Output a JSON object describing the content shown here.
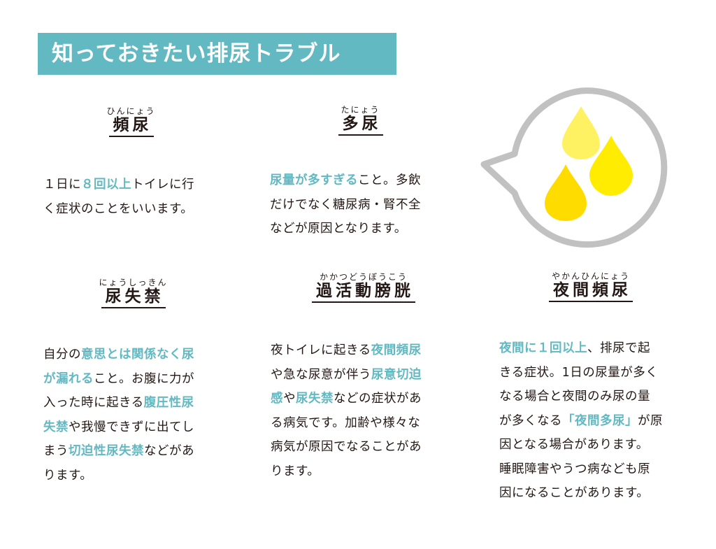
{
  "title": "知っておきたい排尿トラブル",
  "colors": {
    "accent": "#62b9c2",
    "text": "#231815",
    "bubble_outline": "#c0c1c0",
    "drop_light": "#fff262",
    "drop_bright": "#ffec00",
    "drop_deep": "#ffdc00"
  },
  "illustration": {
    "icon": "speech-bubble-with-drops-icon"
  },
  "sections": [
    {
      "ruby": "ひんにょう",
      "term": "頻尿",
      "lines": [
        [
          {
            "t": "１日に",
            "hl": false
          },
          {
            "t": "８回以上",
            "hl": true
          },
          {
            "t": "トイレに行",
            "hl": false
          }
        ],
        [
          {
            "t": "く症状のことをいいます。",
            "hl": false
          }
        ]
      ]
    },
    {
      "ruby": "たにょう",
      "term": "多尿",
      "lines": [
        [
          {
            "t": "尿量が多すぎる",
            "hl": true
          },
          {
            "t": "こと。多飲",
            "hl": false
          }
        ],
        [
          {
            "t": "だけでなく糖尿病・腎不全",
            "hl": false
          }
        ],
        [
          {
            "t": "などが原因となります。",
            "hl": false
          }
        ]
      ]
    },
    {
      "ruby": "にょうしっきん",
      "term": "尿失禁",
      "lines": [
        [
          {
            "t": "自分の",
            "hl": false
          },
          {
            "t": "意思とは関係なく尿",
            "hl": true
          }
        ],
        [
          {
            "t": "が漏れる",
            "hl": true
          },
          {
            "t": "こと。お腹に力が",
            "hl": false
          }
        ],
        [
          {
            "t": "入った時に起きる",
            "hl": false
          },
          {
            "t": "腹圧性尿",
            "hl": true
          }
        ],
        [
          {
            "t": "失禁",
            "hl": true
          },
          {
            "t": "や我慢できずに出てし",
            "hl": false
          }
        ],
        [
          {
            "t": "まう",
            "hl": false
          },
          {
            "t": "切迫性尿失禁",
            "hl": true
          },
          {
            "t": "などがあ",
            "hl": false
          }
        ],
        [
          {
            "t": "ります。",
            "hl": false
          }
        ]
      ]
    },
    {
      "ruby": "かかつどうぼうこう",
      "term": "過活動膀胱",
      "lines": [
        [
          {
            "t": "夜トイレに起きる",
            "hl": false
          },
          {
            "t": "夜間頻尿",
            "hl": true
          }
        ],
        [
          {
            "t": "や急な尿意が伴う",
            "hl": false
          },
          {
            "t": "尿意切迫",
            "hl": true
          }
        ],
        [
          {
            "t": "感",
            "hl": true
          },
          {
            "t": "や",
            "hl": false
          },
          {
            "t": "尿失禁",
            "hl": true
          },
          {
            "t": "などの症状があ",
            "hl": false
          }
        ],
        [
          {
            "t": "る病気です。加齢や様々な",
            "hl": false
          }
        ],
        [
          {
            "t": "病気が原因でなることがあ",
            "hl": false
          }
        ],
        [
          {
            "t": "ります。",
            "hl": false
          }
        ]
      ]
    },
    {
      "ruby": "やかんひんにょう",
      "term": "夜間頻尿",
      "lines": [
        [
          {
            "t": "夜間に１回以上",
            "hl": true
          },
          {
            "t": "、排尿で起",
            "hl": false
          }
        ],
        [
          {
            "t": "きる症状。1日の尿量が多く",
            "hl": false
          }
        ],
        [
          {
            "t": "なる場合と夜間のみ尿の量",
            "hl": false
          }
        ],
        [
          {
            "t": "が多くなる",
            "hl": false
          },
          {
            "t": "「夜間多尿」",
            "hl": true
          },
          {
            "t": "が原",
            "hl": false
          }
        ],
        [
          {
            "t": "因となる場合があります。",
            "hl": false
          }
        ],
        [
          {
            "t": "睡眠障害やうつ病なども原",
            "hl": false
          }
        ],
        [
          {
            "t": "因になることがあります。",
            "hl": false
          }
        ]
      ]
    }
  ]
}
